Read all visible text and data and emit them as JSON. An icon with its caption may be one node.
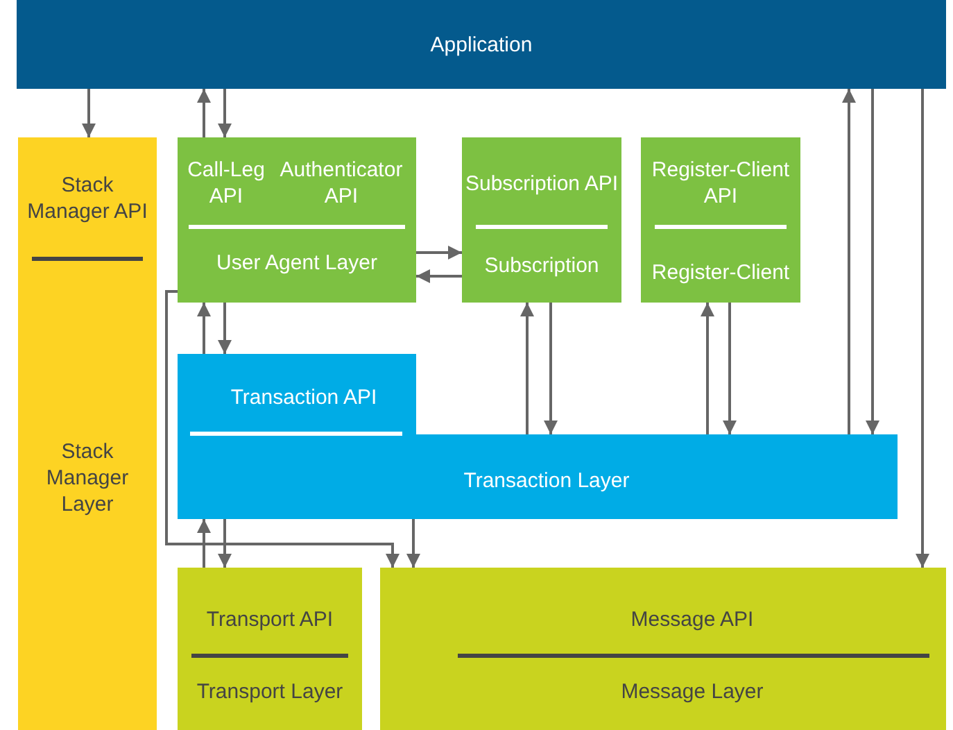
{
  "diagram": {
    "nodes": [
      {
        "text": [
          "Application"
        ]
      },
      {
        "text": [
          "Stack Manager API",
          "Stack Manager Layer"
        ]
      },
      {
        "text": [
          "Call-Leg API",
          "Authenticator API",
          "User Agent Layer"
        ]
      },
      {
        "text": [
          "Subscription API",
          "Subscription"
        ]
      },
      {
        "text": [
          "Register-Client API",
          "Register-Client"
        ]
      },
      {
        "text": [
          "Transaction API",
          "Transaction Layer"
        ]
      },
      {
        "text": [
          "Transport API",
          "Transport Layer"
        ]
      },
      {
        "text": [
          "Message API",
          "Message Layer"
        ]
      }
    ],
    "edges": [
      {
        "from": 0,
        "to": 1,
        "arrow": "to"
      },
      {
        "from": 2,
        "to": 0,
        "arrow": "to"
      },
      {
        "from": 0,
        "to": 2,
        "arrow": "to"
      },
      {
        "from": 2,
        "to": 3,
        "arrow": "to"
      },
      {
        "from": 3,
        "to": 2,
        "arrow": "to"
      },
      {
        "from": 5,
        "to": 2,
        "arrow": "to"
      },
      {
        "from": 2,
        "to": 5,
        "arrow": "to"
      },
      {
        "from": 2,
        "to": 7,
        "arrow": "to"
      },
      {
        "from": 5,
        "to": 3,
        "arrow": "to"
      },
      {
        "from": 3,
        "to": 5,
        "arrow": "to"
      },
      {
        "from": 5,
        "to": 4,
        "arrow": "to"
      },
      {
        "from": 4,
        "to": 5,
        "arrow": "to"
      },
      {
        "from": 5,
        "to": 0,
        "arrow": "to"
      },
      {
        "from": 0,
        "to": 5,
        "arrow": "to"
      },
      {
        "from": 0,
        "to": 7,
        "arrow": "to"
      },
      {
        "from": 6,
        "to": 5,
        "arrow": "to"
      },
      {
        "from": 5,
        "to": 6,
        "arrow": "to"
      },
      {
        "from": 5,
        "to": 7,
        "arrow": "to"
      }
    ]
  }
}
